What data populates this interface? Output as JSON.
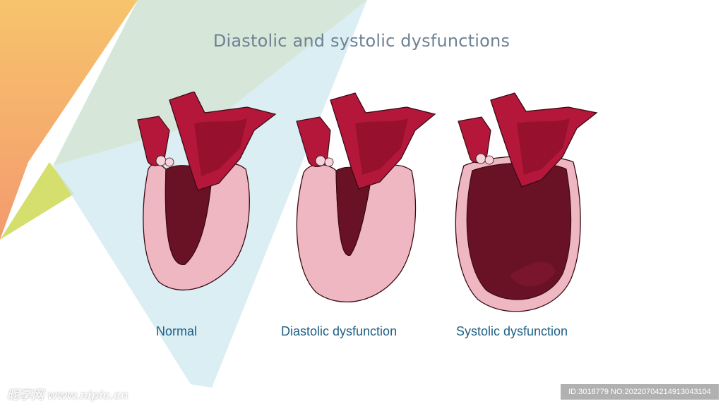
{
  "title": "Diastolic and systolic dysfunctions",
  "colors": {
    "myocardium": "#eeb7c1",
    "cavity": "#6a1225",
    "vessel": "#b5173a",
    "vessel_inner": "#8a0f2b",
    "outline": "#3a0a14",
    "title": "#6f8294",
    "caption": "#1d5f86"
  },
  "panels": [
    {
      "id": "normal",
      "label": "Normal"
    },
    {
      "id": "diastolic",
      "label": "Diastolic dysfunction"
    },
    {
      "id": "systolic",
      "label": "Systolic dysfunction"
    }
  ],
  "watermark": {
    "left": "昵享网 www.nipic.cn",
    "right": "ID:3018779 NO:20220704214913043104"
  }
}
